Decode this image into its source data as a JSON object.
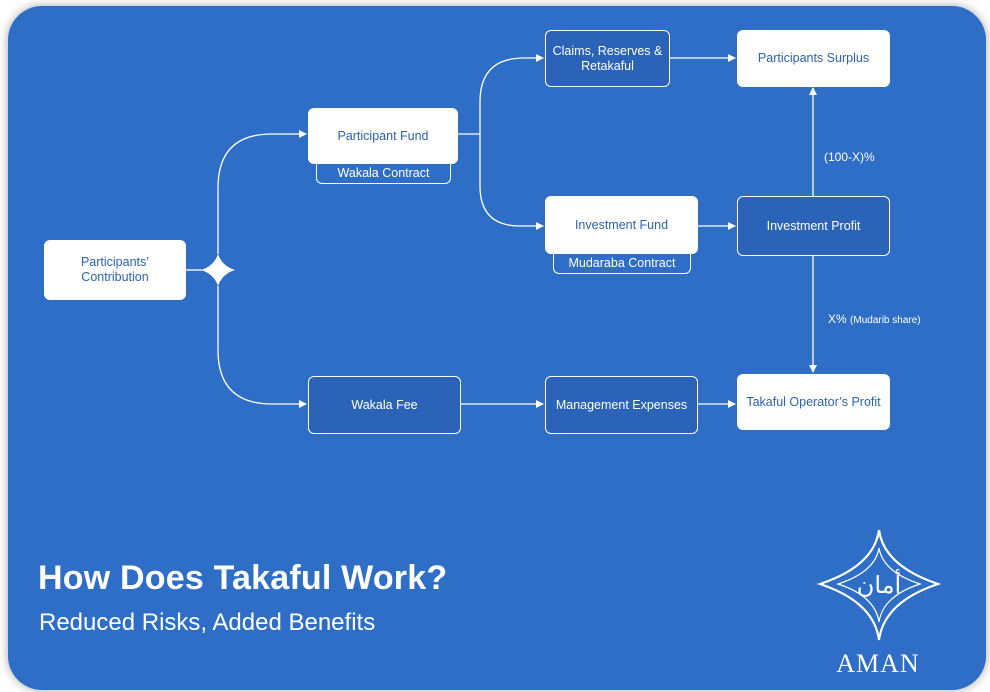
{
  "diagram": {
    "nodes": {
      "participants_contribution": "Participants’ Contribution",
      "participant_fund": "Participant Fund",
      "wakala_contract": "Wakala Contract",
      "claims_reserves": "Claims, Reserves & Retakaful",
      "participants_surplus": "Participants Surplus",
      "investment_fund": "Investment Fund",
      "mudaraba_contract": "Mudaraba Contract",
      "investment_profit": "Investment Profit",
      "wakala_fee": "Wakala Fee",
      "management_expenses": "Management Expenses",
      "takaful_operator_profit": "Takaful Operator’s Profit"
    },
    "edge_labels": {
      "surplus_share": "(100-X)%",
      "mudarib_share_pct": "X%",
      "mudarib_share_note": "(Mudarib share)"
    }
  },
  "heading": {
    "title": "How Does Takaful Work?",
    "subtitle": "Reduced Risks, Added Benefits"
  },
  "logo": {
    "wordmark": "AMAN",
    "emblem_text": "أمان"
  },
  "colors": {
    "background": "#2e6ec7",
    "box_fill": "#ffffff",
    "box_text": "#2b62b5",
    "outline_fill": "#2a63b8",
    "line": "#ffffff"
  }
}
